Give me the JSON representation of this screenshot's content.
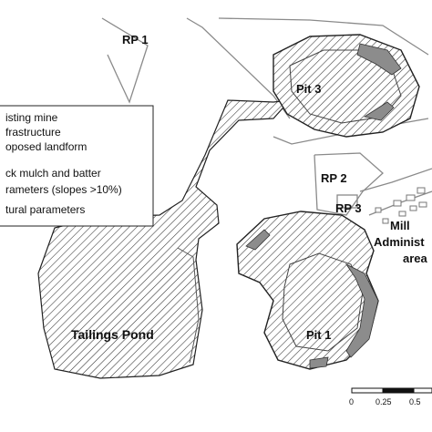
{
  "map": {
    "labels": {
      "rp1": "RP 1",
      "rp2": "RP 2",
      "rp3": "RP 3",
      "pit3": "Pit 3",
      "pit1": "Pit 1",
      "tailings": "Tailings Pond",
      "mill_line1": "Mill",
      "mill_line2": "Administ",
      "mill_line3": "area"
    },
    "legend": {
      "items": [
        {
          "line1": "isting mine",
          "line2": "frastructure"
        },
        {
          "line1": "oposed landform"
        },
        {
          "line1": "ck mulch and batter",
          "line2": "rameters (slopes >10%)"
        },
        {
          "line1": "tural parameters"
        }
      ]
    },
    "scale_bar": {
      "ticks": [
        "0",
        "0.25",
        "0.5"
      ]
    },
    "colors": {
      "outline": "#222222",
      "infrastructure": "#7a7a7a",
      "dark_fill": "#8c8c8c",
      "hatch": "#333333"
    }
  }
}
